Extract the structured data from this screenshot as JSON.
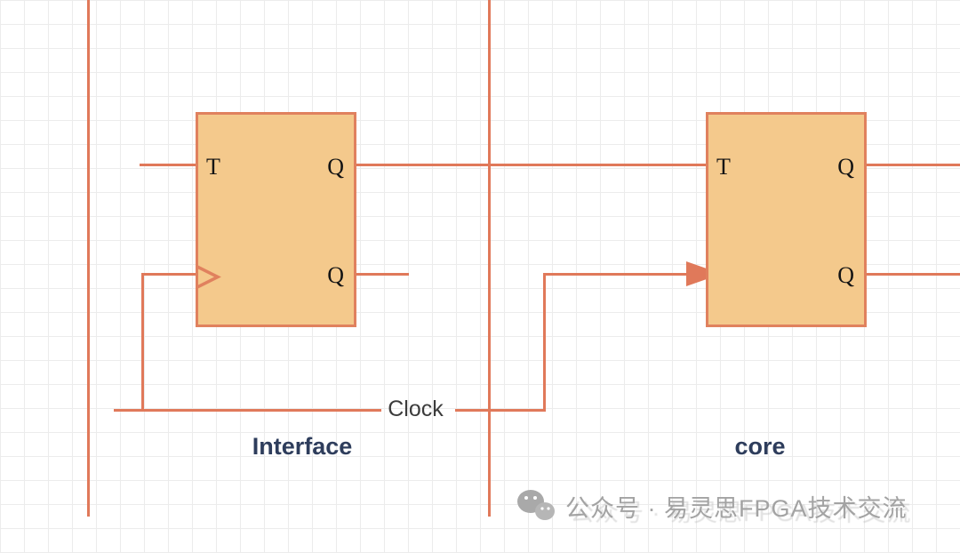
{
  "diagram": {
    "left_ff": {
      "t": "T",
      "q_top": "Q",
      "q_bottom": "Q",
      "caption": "Interface"
    },
    "right_ff": {
      "t": "T",
      "q_top": "Q",
      "q_bottom": "Q",
      "caption": "core"
    },
    "clock_label": "Clock"
  },
  "colors": {
    "wire": "#e0795a",
    "ff_fill": "#f4c98c",
    "ff_border": "#e0815e",
    "caption_text": "#2e3d5c",
    "grid_line": "#ececec",
    "watermark_text": "#a3a3a3"
  },
  "watermark": {
    "text": "公众号 · 易灵思FPGA技术交流"
  }
}
